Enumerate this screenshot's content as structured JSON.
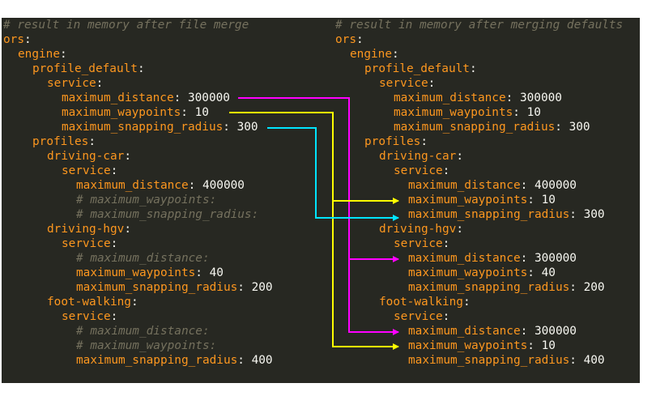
{
  "colors": {
    "background": "#272822",
    "comment": "#75715e",
    "key": "#fd971f",
    "value": "#f8f8f2",
    "arrow_distance": "#ff00ff",
    "arrow_waypoints": "#ffff00",
    "arrow_snapping": "#00e5ff"
  },
  "left": {
    "title": "# result in memory after file merge",
    "root": "ors",
    "engine": "engine",
    "profile_default": "profile_default",
    "pd_service": "service",
    "pd_max_distance_key": "maximum_distance",
    "pd_max_distance_val": "300000",
    "pd_max_waypoints_key": "maximum_waypoints",
    "pd_max_waypoints_val": "10",
    "pd_max_snapping_key": "maximum_snapping_radius",
    "pd_max_snapping_val": "300",
    "profiles": "profiles",
    "car": "driving-car",
    "car_service": "service",
    "car_max_distance_key": "maximum_distance",
    "car_max_distance_val": "400000",
    "car_waypoints_comment": "# maximum_waypoints:",
    "car_snapping_comment": "# maximum_snapping_radius:",
    "hgv": "driving-hgv",
    "hgv_service": "service",
    "hgv_distance_comment": "# maximum_distance:",
    "hgv_max_waypoints_key": "maximum_waypoints",
    "hgv_max_waypoints_val": "40",
    "hgv_max_snapping_key": "maximum_snapping_radius",
    "hgv_max_snapping_val": "200",
    "foot": "foot-walking",
    "foot_service": "service",
    "foot_distance_comment": "# maximum_distance:",
    "foot_waypoints_comment": "# maximum_waypoints:",
    "foot_max_snapping_key": "maximum_snapping_radius",
    "foot_max_snapping_val": "400"
  },
  "right": {
    "title": "# result in memory after merging defaults",
    "root": "ors",
    "engine": "engine",
    "profile_default": "profile_default",
    "pd_service": "service",
    "pd_max_distance_key": "maximum_distance",
    "pd_max_distance_val": "300000",
    "pd_max_waypoints_key": "maximum_waypoints",
    "pd_max_waypoints_val": "10",
    "pd_max_snapping_key": "maximum_snapping_radius",
    "pd_max_snapping_val": "300",
    "profiles": "profiles",
    "car": "driving-car",
    "car_service": "service",
    "car_max_distance_key": "maximum_distance",
    "car_max_distance_val": "400000",
    "car_max_waypoints_key": "maximum_waypoints",
    "car_max_waypoints_val": "10",
    "car_max_snapping_key": "maximum_snapping_radius",
    "car_max_snapping_val": "300",
    "hgv": "driving-hgv",
    "hgv_service": "service",
    "hgv_max_distance_key": "maximum_distance",
    "hgv_max_distance_val": "300000",
    "hgv_max_waypoints_key": "maximum_waypoints",
    "hgv_max_waypoints_val": "40",
    "hgv_max_snapping_key": "maximum_snapping_radius",
    "hgv_max_snapping_val": "200",
    "foot": "foot-walking",
    "foot_service": "service",
    "foot_max_distance_key": "maximum_distance",
    "foot_max_distance_val": "300000",
    "foot_max_waypoints_key": "maximum_waypoints",
    "foot_max_waypoints_val": "10",
    "foot_max_snapping_key": "maximum_snapping_radius",
    "foot_max_snapping_val": "400"
  }
}
